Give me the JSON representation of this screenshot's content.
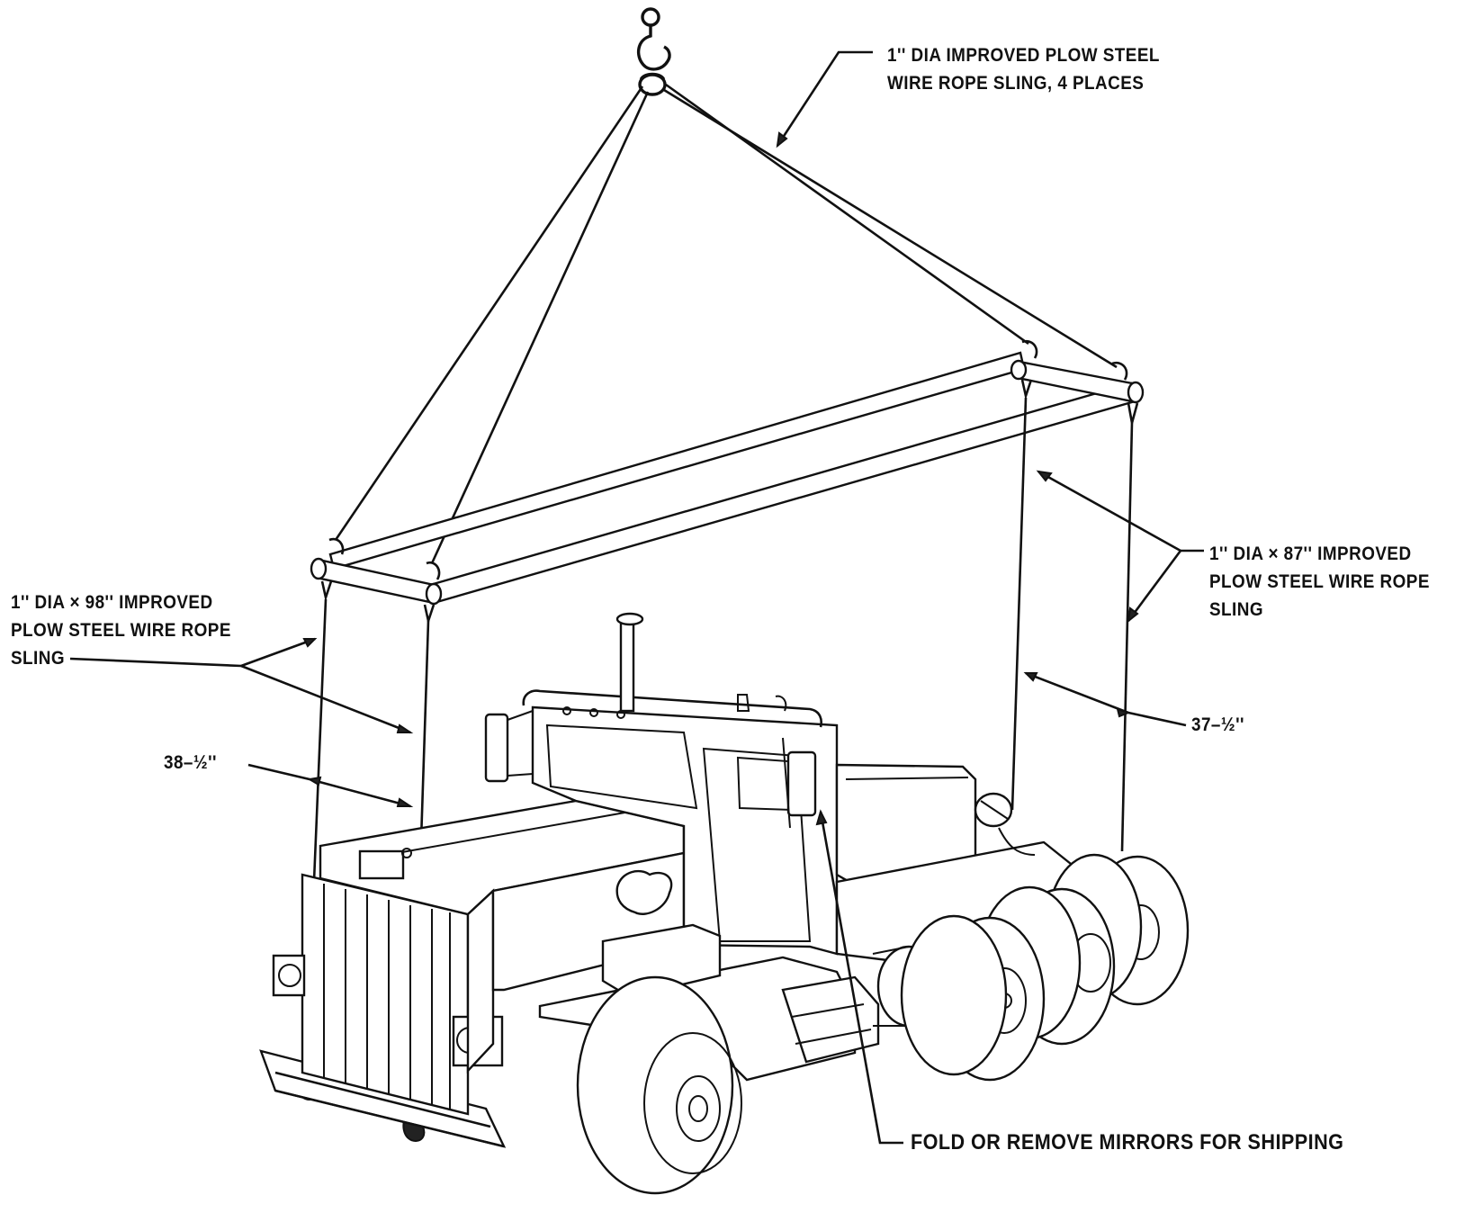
{
  "labels": {
    "top_sling": [
      "1'' DIA IMPROVED PLOW STEEL",
      "WIRE ROPE SLING, 4 PLACES"
    ],
    "left_sling": [
      "1'' DIA × 98'' IMPROVED",
      "PLOW STEEL WIRE ROPE",
      "SLING"
    ],
    "right_sling": [
      "1'' DIA × 87'' IMPROVED",
      "PLOW STEEL WIRE ROPE",
      "SLING"
    ],
    "left_dimension": "38–½''",
    "right_dimension": "37–½''",
    "mirrors_note": "FOLD OR REMOVE MIRRORS FOR SHIPPING"
  },
  "colors": {
    "ink": "#111111",
    "background": "#ffffff"
  }
}
